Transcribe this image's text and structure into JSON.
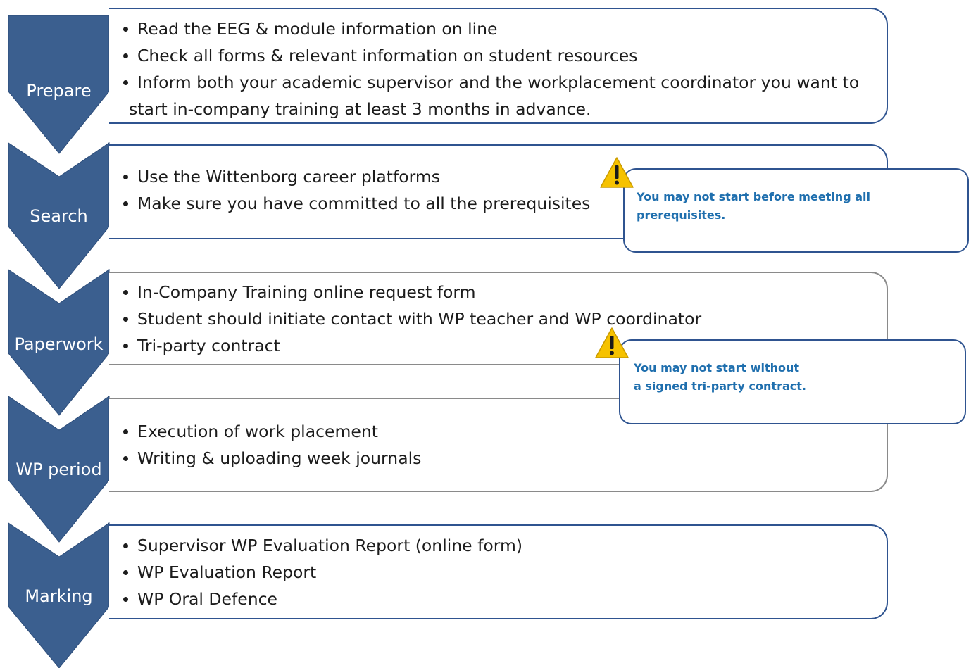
{
  "colors": {
    "chevron": "#3b5f8f",
    "box_border_blue": "#2f5490",
    "box_border_gray": "#8a8a8a",
    "callout_text": "#1f6fae",
    "warning_fill": "#f6c200"
  },
  "stages": [
    {
      "label": "Prepare",
      "items": [
        "Read the EEG & module information on line",
        "Check all forms  & relevant information on student resources",
        "Inform both your academic supervisor and the workplacement coordinator you want to",
        "start in-company training at least 3 months in advance."
      ]
    },
    {
      "label": "Search",
      "items": [
        "Use the Wittenborg career platforms",
        "Make sure you have committed to all the prerequisites"
      ]
    },
    {
      "label": "Paperwork",
      "items": [
        "In-Company Training online request form",
        "Student should initiate contact with WP teacher and WP coordinator",
        "Tri-party contract"
      ]
    },
    {
      "label": "WP period",
      "items": [
        "Execution of work placement",
        "Writing & uploading week journals"
      ]
    },
    {
      "label": "Marking",
      "items": [
        "Supervisor WP Evaluation Report (online form)",
        "WP Evaluation Report",
        "WP Oral Defence"
      ]
    }
  ],
  "callouts": [
    {
      "icon": "warning-icon",
      "text": "You may not start before meeting all\nprerequisites."
    },
    {
      "icon": "warning-icon",
      "text": "You may not start without\na signed tri-party contract."
    }
  ]
}
